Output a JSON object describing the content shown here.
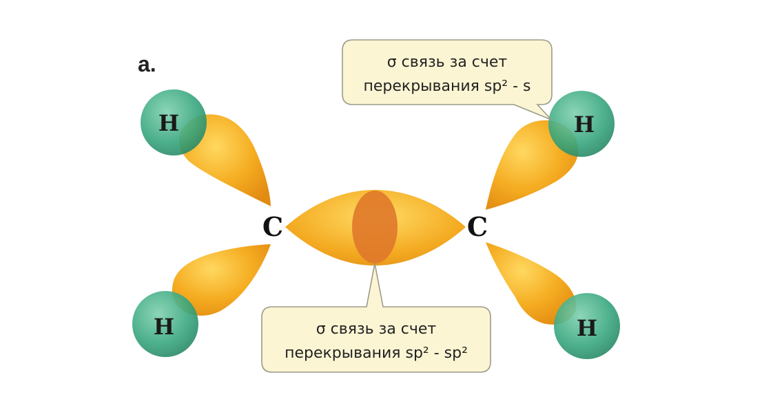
{
  "panel_label": "a.",
  "atoms": {
    "h_top_left": "H",
    "h_bottom_left": "H",
    "h_top_right": "H",
    "h_bottom_right": "H",
    "c_left": "C",
    "c_right": "C"
  },
  "callouts": {
    "sp2_s": {
      "line1": "σ связь за счет",
      "line2": "перекрывания sp² - s"
    },
    "sp2_sp2": {
      "line1": "σ связь за счет",
      "line2": "перекрывания sp² - sp²"
    }
  },
  "colors": {
    "orbital": "#f2a51e",
    "orbital_highlight": "#ffd25a",
    "overlap": "#e07a2a",
    "hydrogen": "#2f9e78",
    "hydrogen_light": "#7fd1b0",
    "callout_fill": "#fbf5d3",
    "callout_stroke": "#9b9b8a"
  }
}
